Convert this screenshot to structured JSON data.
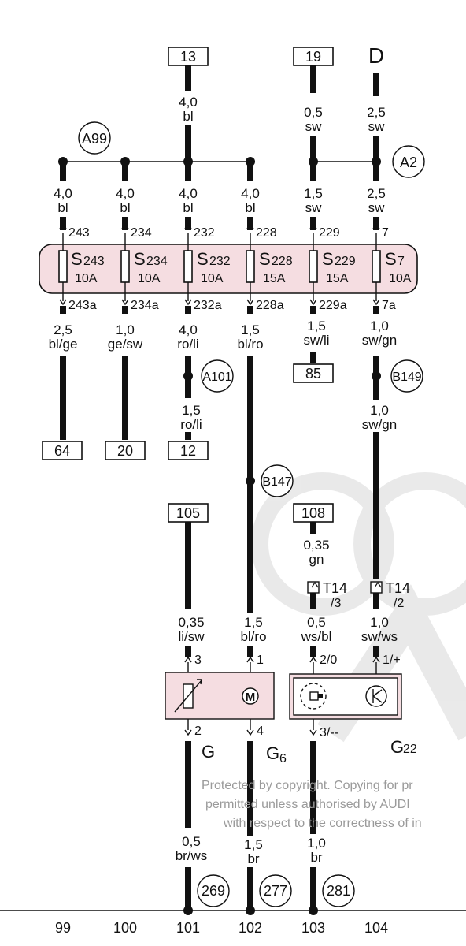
{
  "boxes": {
    "b13": "13",
    "b19": "19",
    "b64": "64",
    "b20": "20",
    "b12": "12",
    "b85": "85",
    "b105": "105",
    "b108": "108"
  },
  "top_letter": "D",
  "circles": {
    "a99": "A99",
    "a2": "A2",
    "a101": "A101",
    "b149": "B149",
    "b147": "B147",
    "c269": "269",
    "c277": "277",
    "c281": "281"
  },
  "wires": {
    "w13_size": "4,0",
    "w13_color": "bl",
    "w19_size": "0,5",
    "w19_color": "sw",
    "wD_size": "2,5",
    "wD_color": "sw",
    "f1_size": "4,0",
    "f1_color": "bl",
    "f2_size": "4,0",
    "f2_color": "bl",
    "f3_size": "4,0",
    "f3_color": "bl",
    "f4_size": "4,0",
    "f4_color": "bl",
    "f5_size": "1,5",
    "f5_color": "sw",
    "f6_size": "2,5",
    "f6_color": "sw",
    "o1_size": "2,5",
    "o1_color": "bl/ge",
    "o2_size": "1,0",
    "o2_color": "ge/sw",
    "o3_size": "4,0",
    "o3_color": "ro/li",
    "o3b_size": "1,5",
    "o3b_color": "ro/li",
    "o4_size": "1,5",
    "o4_color": "bl/ro",
    "o5_size": "1,5",
    "o5_color": "sw/li",
    "o6_size": "1,0",
    "o6_color": "sw/gn",
    "o6b_size": "1,0",
    "o6b_color": "sw/gn",
    "g105_size": "0,35",
    "g105_color": "li/sw",
    "g6_size": "1,5",
    "g6_color": "bl/ro",
    "g108_size": "0,35",
    "g108_color": "gn",
    "g22_size": "0,5",
    "g22_color": "ws/bl",
    "g22r_size": "1,0",
    "g22r_color": "sw/ws",
    "gb1_size": "0,5",
    "gb1_color": "br/ws",
    "gb2_size": "1,5",
    "gb2_color": "br",
    "gb3_size": "1,0",
    "gb3_color": "br"
  },
  "pins": {
    "p243": "243",
    "p234": "234",
    "p232": "232",
    "p228": "228",
    "p229": "229",
    "p7": "7",
    "p243a": "243a",
    "p234a": "234a",
    "p232a": "232a",
    "p228a": "228a",
    "p229a": "229a",
    "p7a": "7a",
    "g_in": "3",
    "g_out": "2",
    "g6_in": "1",
    "g6_out": "4",
    "g22_in": "2/0",
    "g22_out": "3/--",
    "g22r_in": "1/+"
  },
  "fuses": [
    {
      "prefix": "S",
      "num": "243",
      "amps": "10A"
    },
    {
      "prefix": "S",
      "num": "234",
      "amps": "10A"
    },
    {
      "prefix": "S",
      "num": "232",
      "amps": "10A"
    },
    {
      "prefix": "S",
      "num": "228",
      "amps": "15A"
    },
    {
      "prefix": "S",
      "num": "229",
      "amps": "15A"
    },
    {
      "prefix": "S",
      "num": "7",
      "amps": "10A"
    }
  ],
  "connectors": {
    "t14a": "T14",
    "t14a_pin": "/3",
    "t14b": "T14",
    "t14b_pin": "/2"
  },
  "components": {
    "g": "G",
    "g6": "G",
    "g6_sub": "6",
    "g22": "G",
    "g22_sub": "22"
  },
  "watermark": {
    "line1": "Protected by copyright. Copying for pr",
    "line2": "permitted unless authorised by AUDI",
    "line3": "with respect to the correctness of in"
  },
  "tracks": [
    "99",
    "100",
    "101",
    "102",
    "103",
    "104"
  ]
}
